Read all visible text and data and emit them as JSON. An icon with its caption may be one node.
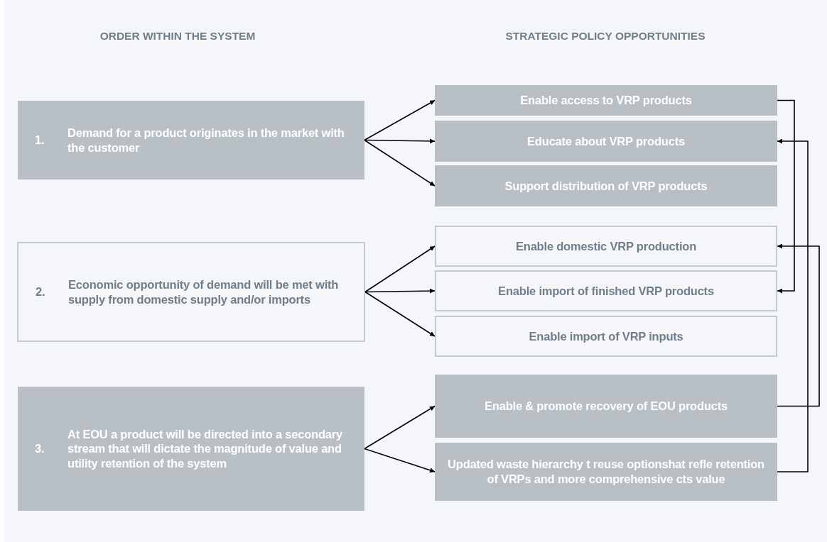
{
  "diagram": {
    "nodes": [
      {
        "text": [
          "1.",
          "Demand for a product originates in the market with the customer"
        ]
      },
      {
        "text": [
          "2.",
          "Economic opportunity of demand will be met with supply from domestic supply and/or imports"
        ]
      },
      {
        "text": [
          "3.",
          "At EOU a product will be directed into a secondary stream that will dictate the magnitude of value and utility retention of the system"
        ]
      },
      {
        "text": [
          "Enable access to VRP products"
        ]
      },
      {
        "text": [
          "Educate about VRP products"
        ]
      },
      {
        "text": [
          "Support distribution of VRP products"
        ]
      },
      {
        "text": [
          "Enable domestic VRP production"
        ]
      },
      {
        "text": [
          "Enable import of finished VRP products"
        ]
      },
      {
        "text": [
          "Enable import of VRP inputs"
        ]
      },
      {
        "text": [
          "Enable & promote recovery of EOU products"
        ]
      },
      {
        "text": [
          "Updated waste hierarchy t reuse optionshat refle retention of VRPs and more comprehensive cts value"
        ]
      }
    ],
    "edges": [
      {
        "from": 0,
        "to": 3,
        "arrow": "to"
      },
      {
        "from": 0,
        "to": 4,
        "arrow": "to"
      },
      {
        "from": 0,
        "to": 5,
        "arrow": "to"
      },
      {
        "from": 1,
        "to": 6,
        "arrow": "to"
      },
      {
        "from": 1,
        "to": 7,
        "arrow": "to"
      },
      {
        "from": 1,
        "to": 8,
        "arrow": "to"
      },
      {
        "from": 2,
        "to": 9,
        "arrow": "to"
      },
      {
        "from": 2,
        "to": 10,
        "arrow": "to"
      },
      {
        "from": 3,
        "to": 7,
        "arrow": "to"
      },
      {
        "from": 9,
        "to": 6,
        "arrow": "to"
      },
      {
        "from": 10,
        "to": 4,
        "arrow": "to"
      }
    ],
    "labels": [
      "ORDER WITHIN THE SYSTEM",
      "STRATEGIC POLICY OPPORTUNITIES"
    ]
  }
}
